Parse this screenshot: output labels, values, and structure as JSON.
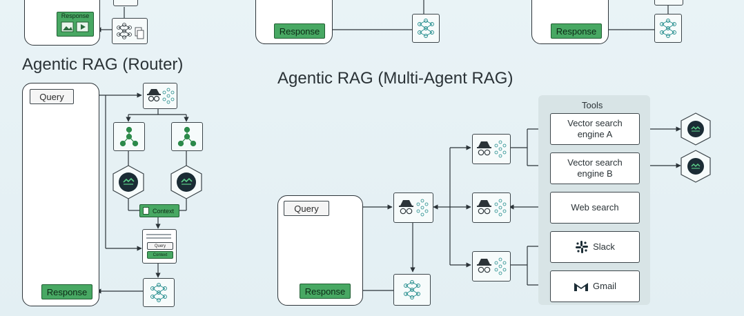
{
  "sections": {
    "router_title": "Agentic RAG (Router)",
    "multi_agent_title": "Agentic RAG (Multi-Agent RAG)"
  },
  "labels": {
    "query": "Query",
    "response": "Response",
    "context": "Context"
  },
  "mini_doc": {
    "query": "Query",
    "context": "Context"
  },
  "tools": {
    "header": "Tools",
    "items": [
      {
        "name": "Vector search engine A",
        "line1": "Vector search",
        "line2": "engine A"
      },
      {
        "name": "Vector search engine B",
        "line1": "Vector search",
        "line2": "engine B"
      },
      {
        "name": "Web search",
        "line1": "Web search",
        "line2": ""
      },
      {
        "name": "Slack",
        "line1": "Slack",
        "line2": ""
      },
      {
        "name": "Gmail",
        "line1": "Gmail",
        "line2": ""
      }
    ]
  },
  "colors": {
    "response_green": "#48a863",
    "panel_border": "#2c3338",
    "vector_db": "#1b2c35",
    "accent_teal": "#1f8a8a"
  },
  "icons": [
    "agent-spy-icon",
    "neural-network-icon",
    "embedding-tree-icon",
    "vector-db-hexagon-icon",
    "slack-icon",
    "gmail-icon",
    "image-icon",
    "play-icon"
  ]
}
